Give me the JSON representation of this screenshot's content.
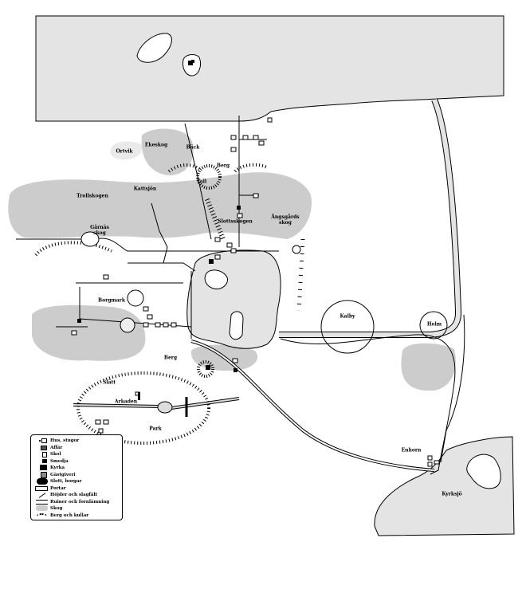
{
  "colors": {
    "water": "#e4e4e4",
    "forest": "#cccccc",
    "ink": "#000000",
    "background": "#ffffff"
  },
  "labels": {
    "ortviken": "Ortvik",
    "ekeskog": "Ekeskog",
    "back": "Bäck",
    "berg_north": "Berg",
    "tall": "Tall",
    "trollskogen": "Trollskogen",
    "kattsjon": "Kattsjön",
    "garnas_skog": "Gärnäs skog",
    "slottsskogen": "Slottsskogen",
    "angsgards_skog": "Ängsgårds skog",
    "borgmark": "Borgmark",
    "berg_south": "Berg",
    "slatt": "Slätt",
    "arkaden": "Arkaden",
    "park": "Park",
    "enhorn": "Enhorn",
    "kalby": "Kalby",
    "holm": "Holm",
    "kyrksjo": "Kyrksjö"
  },
  "legend": {
    "items": [
      {
        "icon": "house-icon",
        "label": "Hus, stugor"
      },
      {
        "icon": "shop-icon",
        "label": "Affär"
      },
      {
        "icon": "school-icon",
        "label": "Skol"
      },
      {
        "icon": "smithy-icon",
        "label": "Smedja"
      },
      {
        "icon": "church-icon",
        "label": "Kyrka"
      },
      {
        "icon": "inn-icon",
        "label": "Gästgiveri"
      },
      {
        "icon": "castle-icon",
        "label": "Slott, borgar"
      },
      {
        "icon": "gate-icon",
        "label": "Portar"
      },
      {
        "icon": "mill-icon",
        "label": "Höjder och slagfält"
      },
      {
        "icon": "bridge-icon",
        "label": "Ruiner och fornlämning"
      },
      {
        "icon": "forest-icon",
        "label": "Skog"
      },
      {
        "icon": "hill-icon",
        "label": "Berg och kullar"
      }
    ]
  }
}
